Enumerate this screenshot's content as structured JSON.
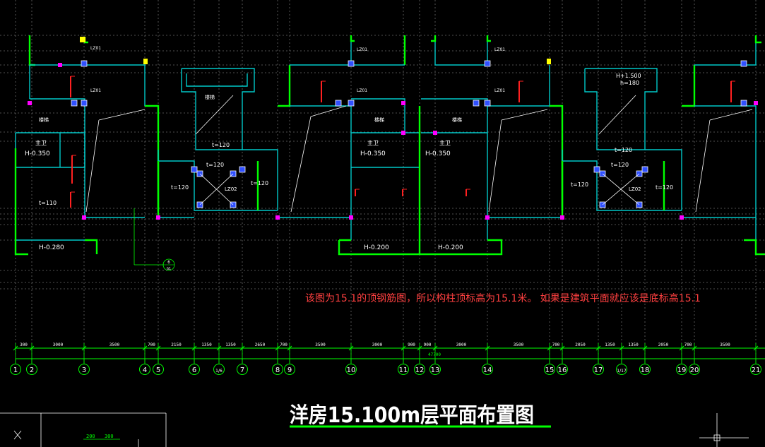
{
  "annotation": "该图为15.1的顶钢筋图，所以构柱顶标高为15.1米。 如果是建筑平面就应该是底标高15.1",
  "drawing_title": "洋房15.100m层平面布置图",
  "total_dimension": "47700",
  "segment_dims": [
    "300",
    "3000",
    "3500",
    "700",
    "2150",
    "1350",
    "1350",
    "2650",
    "700",
    "3500",
    "3000",
    "900",
    "900",
    "3000",
    "3500",
    "700",
    "2050",
    "1350",
    "1350",
    "2050",
    "700",
    "3500"
  ],
  "axes": [
    "1",
    "2",
    "3",
    "4",
    "5",
    "6",
    "1/6",
    "7",
    "8",
    "9",
    "10",
    "11",
    "12",
    "13",
    "14",
    "15",
    "16",
    "17",
    "1/17",
    "18",
    "19",
    "20",
    "21"
  ],
  "labels": {
    "bath": "主卫",
    "h350": "H-0.350",
    "h200": "H-0.200",
    "h280": "H-0.280",
    "t120": "t=120",
    "t110": "t=110",
    "stair": "楼梯",
    "lz01": "LZ01",
    "lz02": "LZ02",
    "h1500": "H+1.500",
    "h180": "h=180",
    "bubble_a": "6",
    "bubble_b": "G1",
    "dim_small_a": "200",
    "dim_small_b": "300"
  },
  "colors": {
    "background": "#000000",
    "wall": "#00ff00",
    "slab": "#00c8c8",
    "column": "#ff00ff",
    "rebar": "#ff2020",
    "dim": "#00ff00",
    "note": "#ff4040",
    "title": "#ffffff"
  }
}
